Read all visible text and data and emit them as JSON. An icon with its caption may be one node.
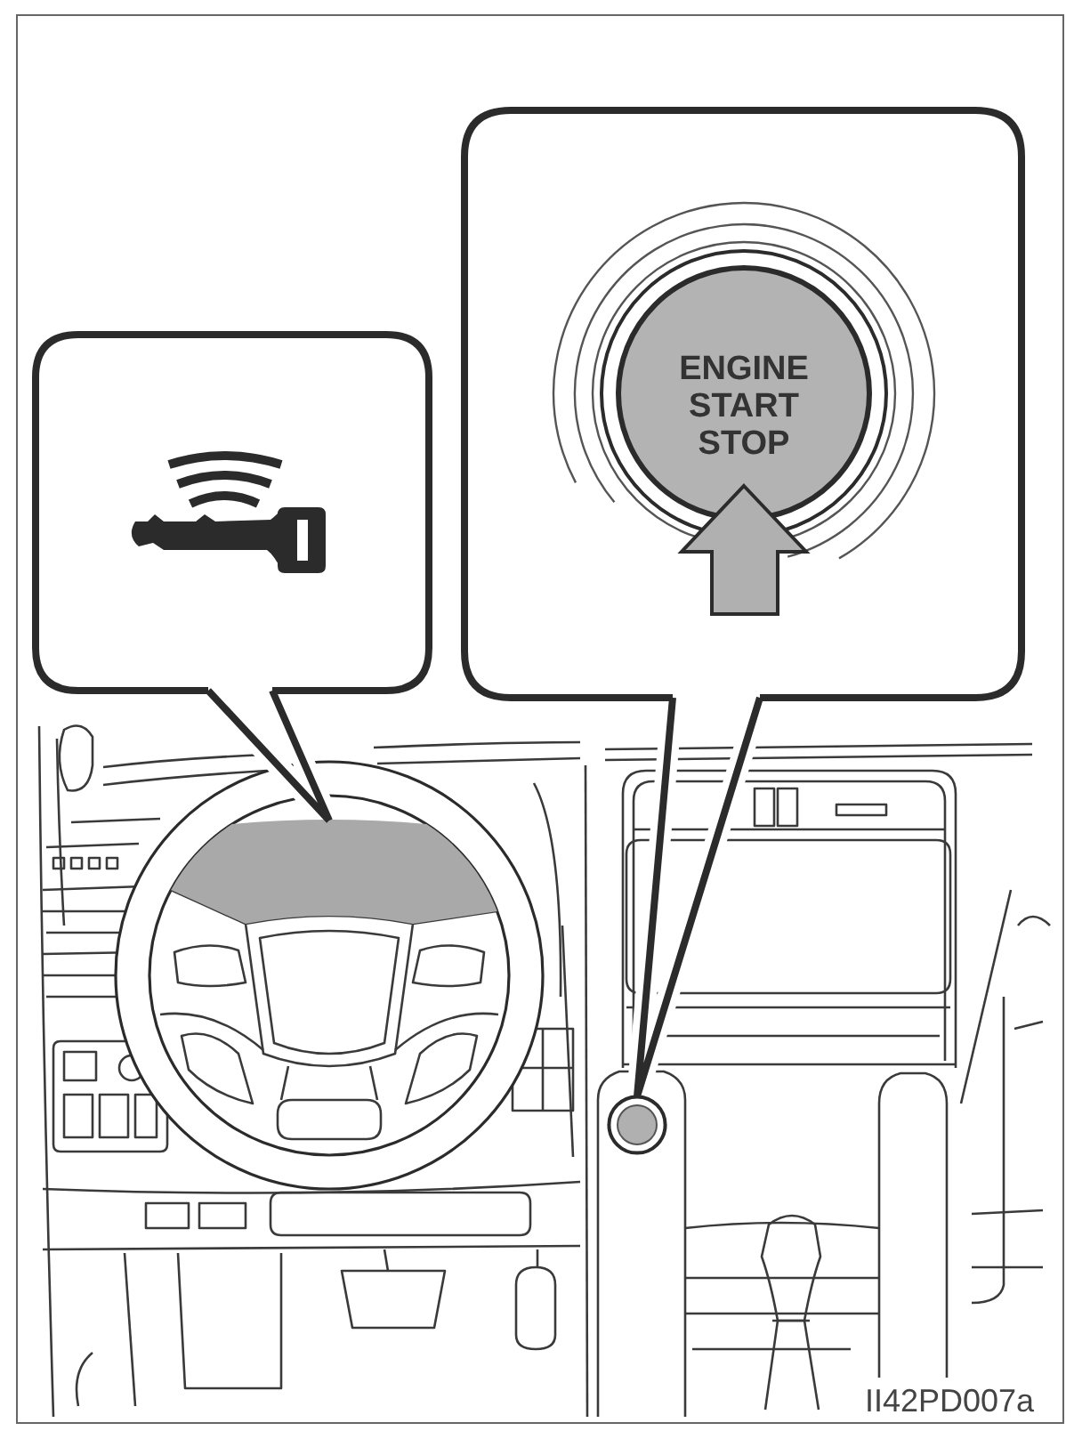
{
  "diagram": {
    "nodes": [
      {
        "text": [],
        "shape": "box"
      },
      {
        "text": [],
        "shape": "picture",
        "in": 0
      },
      {
        "text": [],
        "shape": "box"
      },
      {
        "text": [
          "ENGINE START STOP"
        ],
        "in": 2
      },
      {
        "text": [],
        "shape": "box"
      },
      {
        "text": [],
        "shape": "circle"
      }
    ],
    "edges": [
      {
        "from": 0,
        "to": 4,
        "arrow": "none"
      },
      {
        "from": 2,
        "to": 5,
        "arrow": "none"
      }
    ],
    "labels": [
      "II42PD007a"
    ]
  }
}
